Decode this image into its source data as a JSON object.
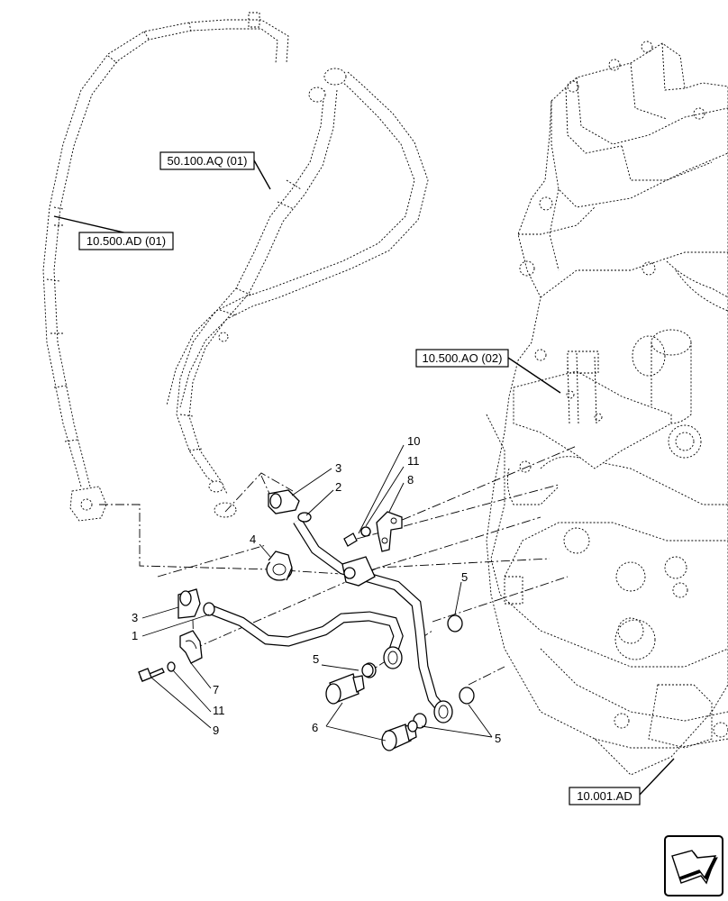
{
  "references": [
    {
      "id": "ref-50-100-aq-01",
      "text": "50.100.AQ (01)"
    },
    {
      "id": "ref-10-500-ad-01",
      "text": "10.500.AD (01)"
    },
    {
      "id": "ref-10-500-ao-02",
      "text": "10.500.AO (02)"
    },
    {
      "id": "ref-10-001-ad",
      "text": "10.001.AD"
    }
  ],
  "callouts": [
    {
      "id": "callout-1",
      "text": "1"
    },
    {
      "id": "callout-2",
      "text": "2"
    },
    {
      "id": "callout-3a",
      "text": "3"
    },
    {
      "id": "callout-3b",
      "text": "3"
    },
    {
      "id": "callout-4",
      "text": "4"
    },
    {
      "id": "callout-5a",
      "text": "5"
    },
    {
      "id": "callout-5b",
      "text": "5"
    },
    {
      "id": "callout-5c",
      "text": "5"
    },
    {
      "id": "callout-6",
      "text": "6"
    },
    {
      "id": "callout-7",
      "text": "7"
    },
    {
      "id": "callout-8",
      "text": "8"
    },
    {
      "id": "callout-9",
      "text": "9"
    },
    {
      "id": "callout-10",
      "text": "10"
    },
    {
      "id": "callout-11a",
      "text": "11"
    },
    {
      "id": "callout-11b",
      "text": "11"
    }
  ],
  "icons": {
    "nav": "next-page-arrow-icon"
  }
}
